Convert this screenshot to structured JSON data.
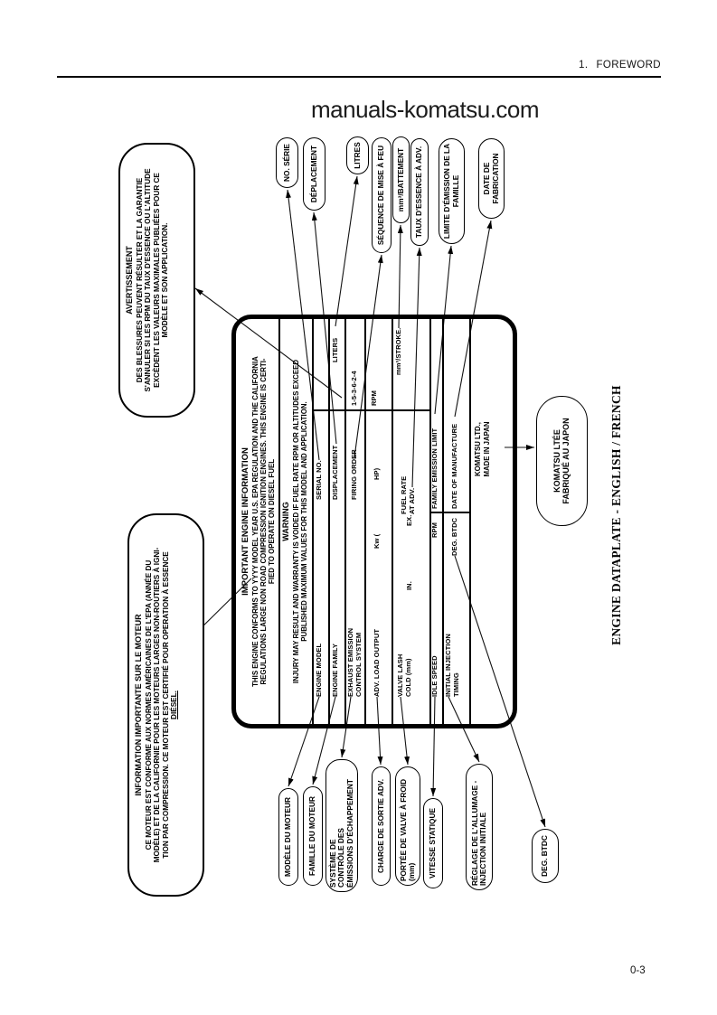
{
  "header": {
    "section_number": "1.",
    "section_title": "FOREWORD"
  },
  "watermark": "manuals-komatsu.com",
  "page_number": "0-3",
  "figure_title": "ENGINE DATAPLATE - ENGLISH / FRENCH",
  "plate": {
    "title": "IMPORTANT ENGINE INFORMATION",
    "para_line1": "THIS ENGINE CONFORMS TO YYYY MODEL YEAR U.S. EPA REGULATION AND THE CALIFORNIA",
    "para_line2": "REGULATIONS LARGE NON ROAD COMPRESSION IGNITION ENGINES. THIS ENGINE IS CERTI-",
    "para_line3": "FIED TO OPERATE ON DIESEL FUEL",
    "warning_title": "WARNING",
    "warning_line1": "INJURY MAY RESULT AND WARRANTY IS VOIDED IF FUEL RATE RPM OR ALTITUDES EXCEED",
    "warning_line2": "PUBLISHED MAXIMUM VALUES FOR THIS MODEL AND APPLICATION.",
    "fields": {
      "engine_model": "ENGINE MODEL",
      "serial_no": "SERIAL NO.",
      "engine_family": "ENGINE FAMILY",
      "displacement": "DISPLACEMENT",
      "liters": "LITERS",
      "exhaust_line1": "EXHAUST EMISSION",
      "exhaust_line2": "CONTROL SYSTEM",
      "firing_order": "FIRING ORDER",
      "firing_order_value": "1-5-3-6-2-4",
      "adv_load_output": "ADV. LOAD OUTPUT",
      "kw_open": "Kw (",
      "hp_close": "HP)",
      "rpm": "RPM",
      "valve_lash_line1": "VALVE LASH",
      "valve_lash_line2": "COLD (mm)",
      "in_label": "IN.",
      "ex_label": "EX.",
      "fuel_rate_line1": "FUEL RATE",
      "fuel_rate_line2": "AT ADV.",
      "mm3_stroke": "mm³/STROKE.",
      "idle_speed": "IDLE SPEED",
      "idle_rpm": "RPM",
      "family_emission_limit": "FAMILY EMISSION LIMIT",
      "initial_injection_line1": "INITIAL INJECTION",
      "initial_injection_line2": "TIMING",
      "deg_btdc": "DEG. BTDC",
      "date_of_manufacture": "DATE OF MANUFACTURE",
      "maker_line1": "KOMATSU LTD.,",
      "maker_line2": "MADE IN JAPAN"
    }
  },
  "info_bubble": {
    "title": "INFORMATION IMPORTANTE SUR LE MOTEUR",
    "line1": "CE MOTEUR EST CONFORME AUX NORMES AMÉRICAINES DE L'EPA (ANNÉE DU",
    "line2": "MODÈLE) ET DE LA CALIFORNIE POUR LES MOTEURS LARGES NON-ROUTIERS À IGNI-",
    "line3": "TION PAR COMPRESSION.  CE MOTEUR EST CERTIFIÉ POUR OPERATION À ESSENCE",
    "line4": "DIÉSEL."
  },
  "warning_bubble": {
    "title": "AVERTISSEMENT",
    "line1": "DES BLESSURES PEUVENT RÉSULTER ET LA GARANTIE",
    "line2": "S'ANNULER SI LES RPM DU TAUX D'ESSENCE OU L'ALTITUDE",
    "line3": "EXCÈDENT LES VALEURS MAXIMALES PUBLIÉES POUR CE",
    "line4": "MODÈLE ET SON APPLICATION."
  },
  "callouts_top": {
    "no_serie": "NO. SÉRIE",
    "deplacement": "DÉPLACEMENT",
    "litres": "LITRES",
    "sequence": "SÉQUENCE DE MISE À FEU",
    "mm3_battement": "mm³/BATTEMENT",
    "taux_essence": "TAUX D'ESSENCE  À ADV.",
    "limite_emission": "LIMITE D'ÉMISSION DE LA FAMILLE",
    "date_fabrication": "DATE DE FABRICATION"
  },
  "callouts_bottom": {
    "modele_moteur": "MODÈLE DU MOTEUR",
    "famille_moteur": "FAMILLE DU MOTEUR",
    "systeme_line1": "SYSTÈME DE",
    "systeme_line2": "CONTRÔLE DES",
    "systeme_line3": "ÉMISSIONS D'ÉCHAPPEMENT",
    "charge_sortie": "CHARGE DE SORTIE ADV.",
    "portee_line1": "PORTÉE DE VALVE À FROID",
    "portee_line2": "(mm)",
    "vitesse_statique": "VITESSE STATIQUE",
    "reglage_line1": "RÉGLAGE DE L'ALLUMAGE -",
    "reglage_line2": "INJECTION INITIALE",
    "deg_btdc": "DEG. BTDC"
  },
  "maker_callout": {
    "line1": "KOMATSU LTÉE",
    "line2": "FABRIQUÉ AU JAPON"
  }
}
